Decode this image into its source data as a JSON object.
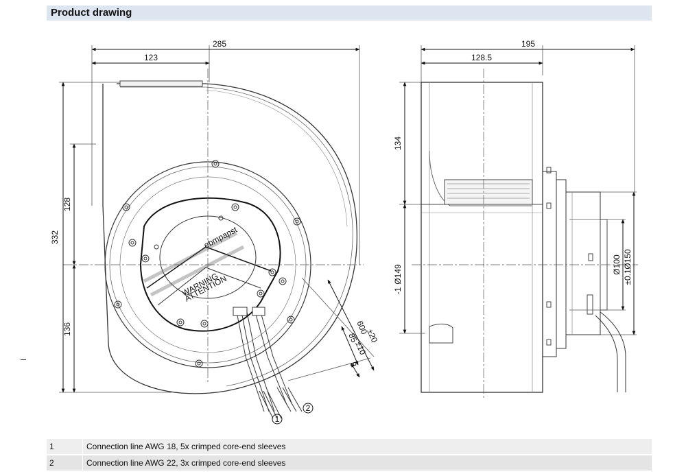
{
  "header": {
    "title": "Product drawing"
  },
  "front_view": {
    "dims": {
      "width_total": "285",
      "width_partial": "123",
      "height_total": "332",
      "height_upper": "128",
      "height_lower": "136",
      "cable_length": "600",
      "cable_length_tol": "±20",
      "strip_length": "85",
      "strip_length_tol": "±10",
      "sleeve_length": "8"
    },
    "callouts": [
      "1",
      "2"
    ],
    "brand_text": "ebmpapst",
    "warning_text_1": "WARNING",
    "warning_text_2": "ATTENTION"
  },
  "side_view": {
    "dims": {
      "width_total": "195",
      "width_partial": "128.5",
      "height_upper": "134",
      "dia_inlet": "Ø149",
      "dia_inlet_tol": "-1",
      "dia_motor": "Ø100",
      "dia_flange": "Ø150",
      "dia_flange_tol": "±0.1"
    }
  },
  "legend": [
    {
      "num": "1",
      "desc": "Connection line AWG 18, 5x crimped core-end sleeves"
    },
    {
      "num": "2",
      "desc": "Connection line AWG 22, 3x crimped core-end sleeves"
    }
  ]
}
